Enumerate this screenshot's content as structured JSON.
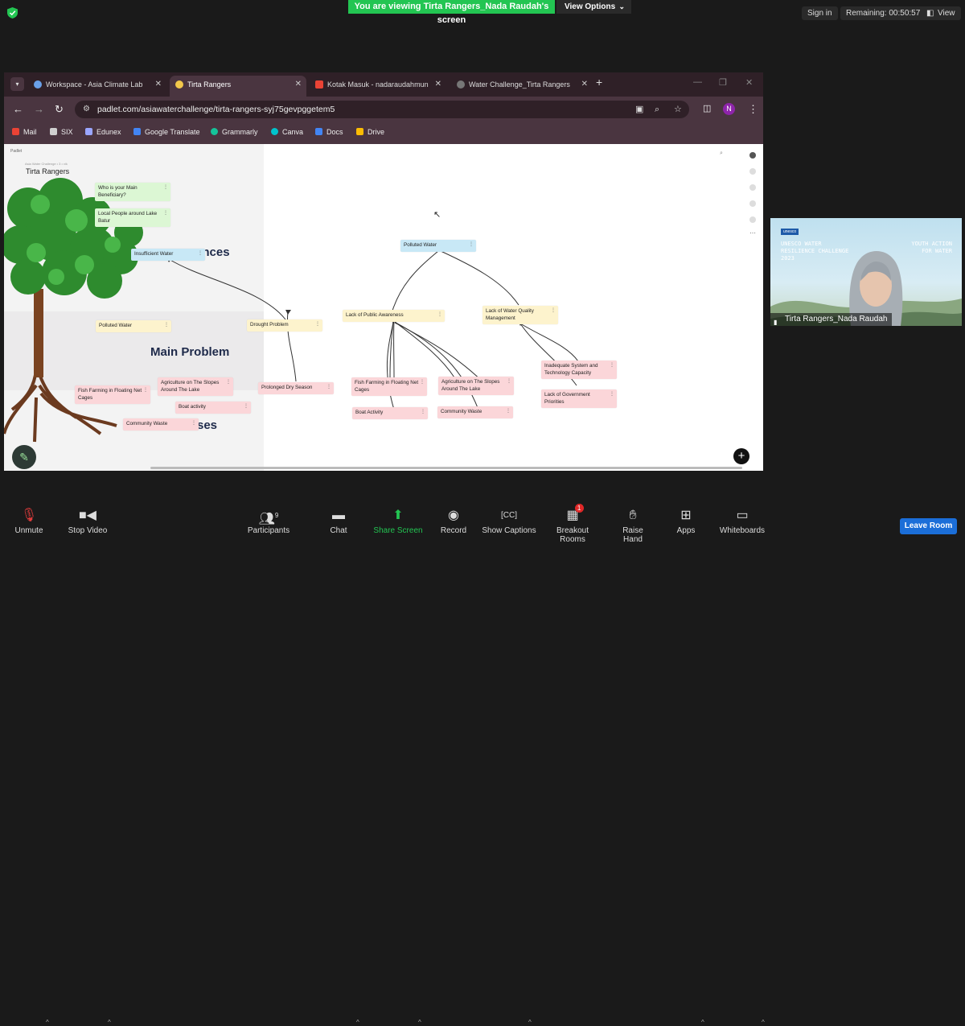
{
  "zoom": {
    "banner": "You are viewing Tirta Rangers_Nada Raudah's screen",
    "view_options": "View Options",
    "sign_in": "Sign in",
    "remaining": "Remaining: 00:50:57",
    "view": "View"
  },
  "browser": {
    "tabs": [
      {
        "label": "Workspace - Asia Climate Lab"
      },
      {
        "label": "Tirta Rangers"
      },
      {
        "label": "Kotak Masuk - nadaraudahmun"
      },
      {
        "label": "Water Challenge_Tirta Rangers"
      }
    ],
    "url": "padlet.com/asiawaterchallenge/tirta-rangers-syj75gevpggetem5",
    "profile_initial": "N",
    "bookmarks": [
      {
        "label": "Mail",
        "color": "#ea4335"
      },
      {
        "label": "SIX",
        "color": "#cfcfcf"
      },
      {
        "label": "Edunex",
        "color": "#9aa6ff"
      },
      {
        "label": "Google Translate",
        "color": "#4285f4"
      },
      {
        "label": "Grammarly",
        "color": "#15c39a"
      },
      {
        "label": "Canva",
        "color": "#00c4cc"
      },
      {
        "label": "Docs",
        "color": "#4285f4"
      },
      {
        "label": "Drive",
        "color": "#fbbc04"
      }
    ]
  },
  "padlet": {
    "logo": "Padlet",
    "breadcrumb": "Asia Water Challenge • 3 • vik",
    "title": "Tirta Rangers",
    "section_consequences": "ences",
    "section_main_problem": "Main Problem",
    "section_causes": "ses",
    "cards": {
      "who_beneficiary": "Who is your Main Beneficiary?",
      "local_people": "Local People around Lake Batur",
      "insufficient_water": "Insufficient Water",
      "polluted_water_left": "Polluted Water",
      "drought_problem": "Drought Problem",
      "fish_farming_left": "Fish Farming in Floating Net Cages",
      "agriculture_left": "Agriculture on The Slopes Around The Lake",
      "boat_activity_left": "Boat activity",
      "community_waste_left": "Community Waste",
      "prolonged_dry": "Prolonged Dry Season",
      "polluted_water_top": "Polluted Water",
      "lack_awareness": "Lack of Public Awareness",
      "lack_quality_mgmt": "Lack of Water Quality Management",
      "fish_farming": "Fish Farming in Floating Net Cages",
      "agriculture": "Agriculture on The Slopes Around The Lake",
      "boat_activity": "Boat Activity",
      "community_waste": "Community Waste",
      "inadequate_system": "Inadequate System and Technology Capacity",
      "lack_gov": "Lack of Government Priorities"
    }
  },
  "video": {
    "unesco": "unesco",
    "challenge": "UNESCO WATER RESILIENCE CHALLENGE 2023",
    "youth": "YOUTH ACTION FOR WATER",
    "name": "Tirta Rangers_Nada Raudah"
  },
  "toolbar": {
    "unmute": "Unmute",
    "stop_video": "Stop Video",
    "participants": "Participants",
    "participants_count": "9",
    "chat": "Chat",
    "share_screen": "Share Screen",
    "record": "Record",
    "show_captions": "Show Captions",
    "breakout_rooms": "Breakout Rooms",
    "breakout_badge": "1",
    "raise_hand": "Raise Hand",
    "apps": "Apps",
    "whiteboards": "Whiteboards",
    "leave": "Leave Room"
  }
}
